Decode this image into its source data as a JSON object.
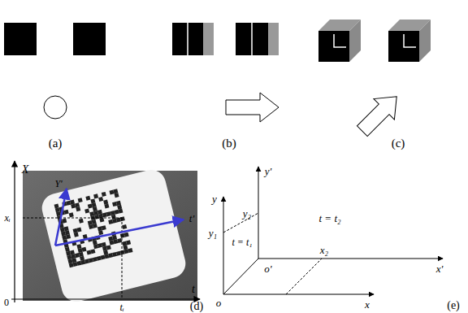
{
  "diagram": {
    "labels": [
      "(a)",
      "(b)",
      "(c)",
      "(d)",
      "(e)",
      "X",
      "0",
      "t",
      "xᵢ",
      "tᵢ",
      "Y'",
      "t'",
      "y",
      "x",
      "o",
      "y'",
      "x'",
      "o'",
      "y₁",
      "y₂",
      "x₂",
      "t = t₁",
      "t = t₂"
    ]
  }
}
